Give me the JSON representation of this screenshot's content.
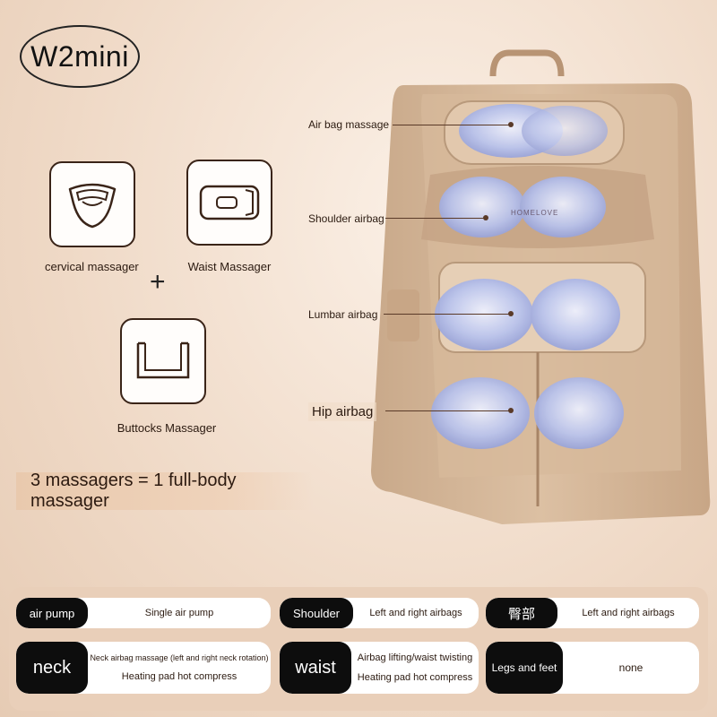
{
  "model_badge": "W2mini",
  "components": {
    "cervical": "cervical massager",
    "waist": "Waist Massager",
    "buttocks": "Buttocks Massager",
    "plus": "+"
  },
  "tagline": "3 massagers = 1 full-body massager",
  "callouts": {
    "air_bag": "Air bag massage",
    "shoulder": "Shoulder airbag",
    "lumbar": "Lumbar airbag",
    "hip": "Hip airbag"
  },
  "mat_brand": "HOMELOVE",
  "specs": {
    "air_pump": {
      "key": "air pump",
      "value": "Single air pump"
    },
    "shoulder": {
      "key": "Shoulder",
      "value": "Left and right airbags"
    },
    "hip": {
      "key": "臀部",
      "value": "Left and right airbags"
    },
    "neck": {
      "key": "neck",
      "value_1": "Neck airbag massage (left and right neck rotation)",
      "value_2": "Heating pad hot compress"
    },
    "waist": {
      "key": "waist",
      "value_1": "Airbag lifting/waist twisting",
      "value_2": "Heating pad hot compress"
    },
    "legs": {
      "key": "Legs and feet",
      "value": "none"
    }
  }
}
